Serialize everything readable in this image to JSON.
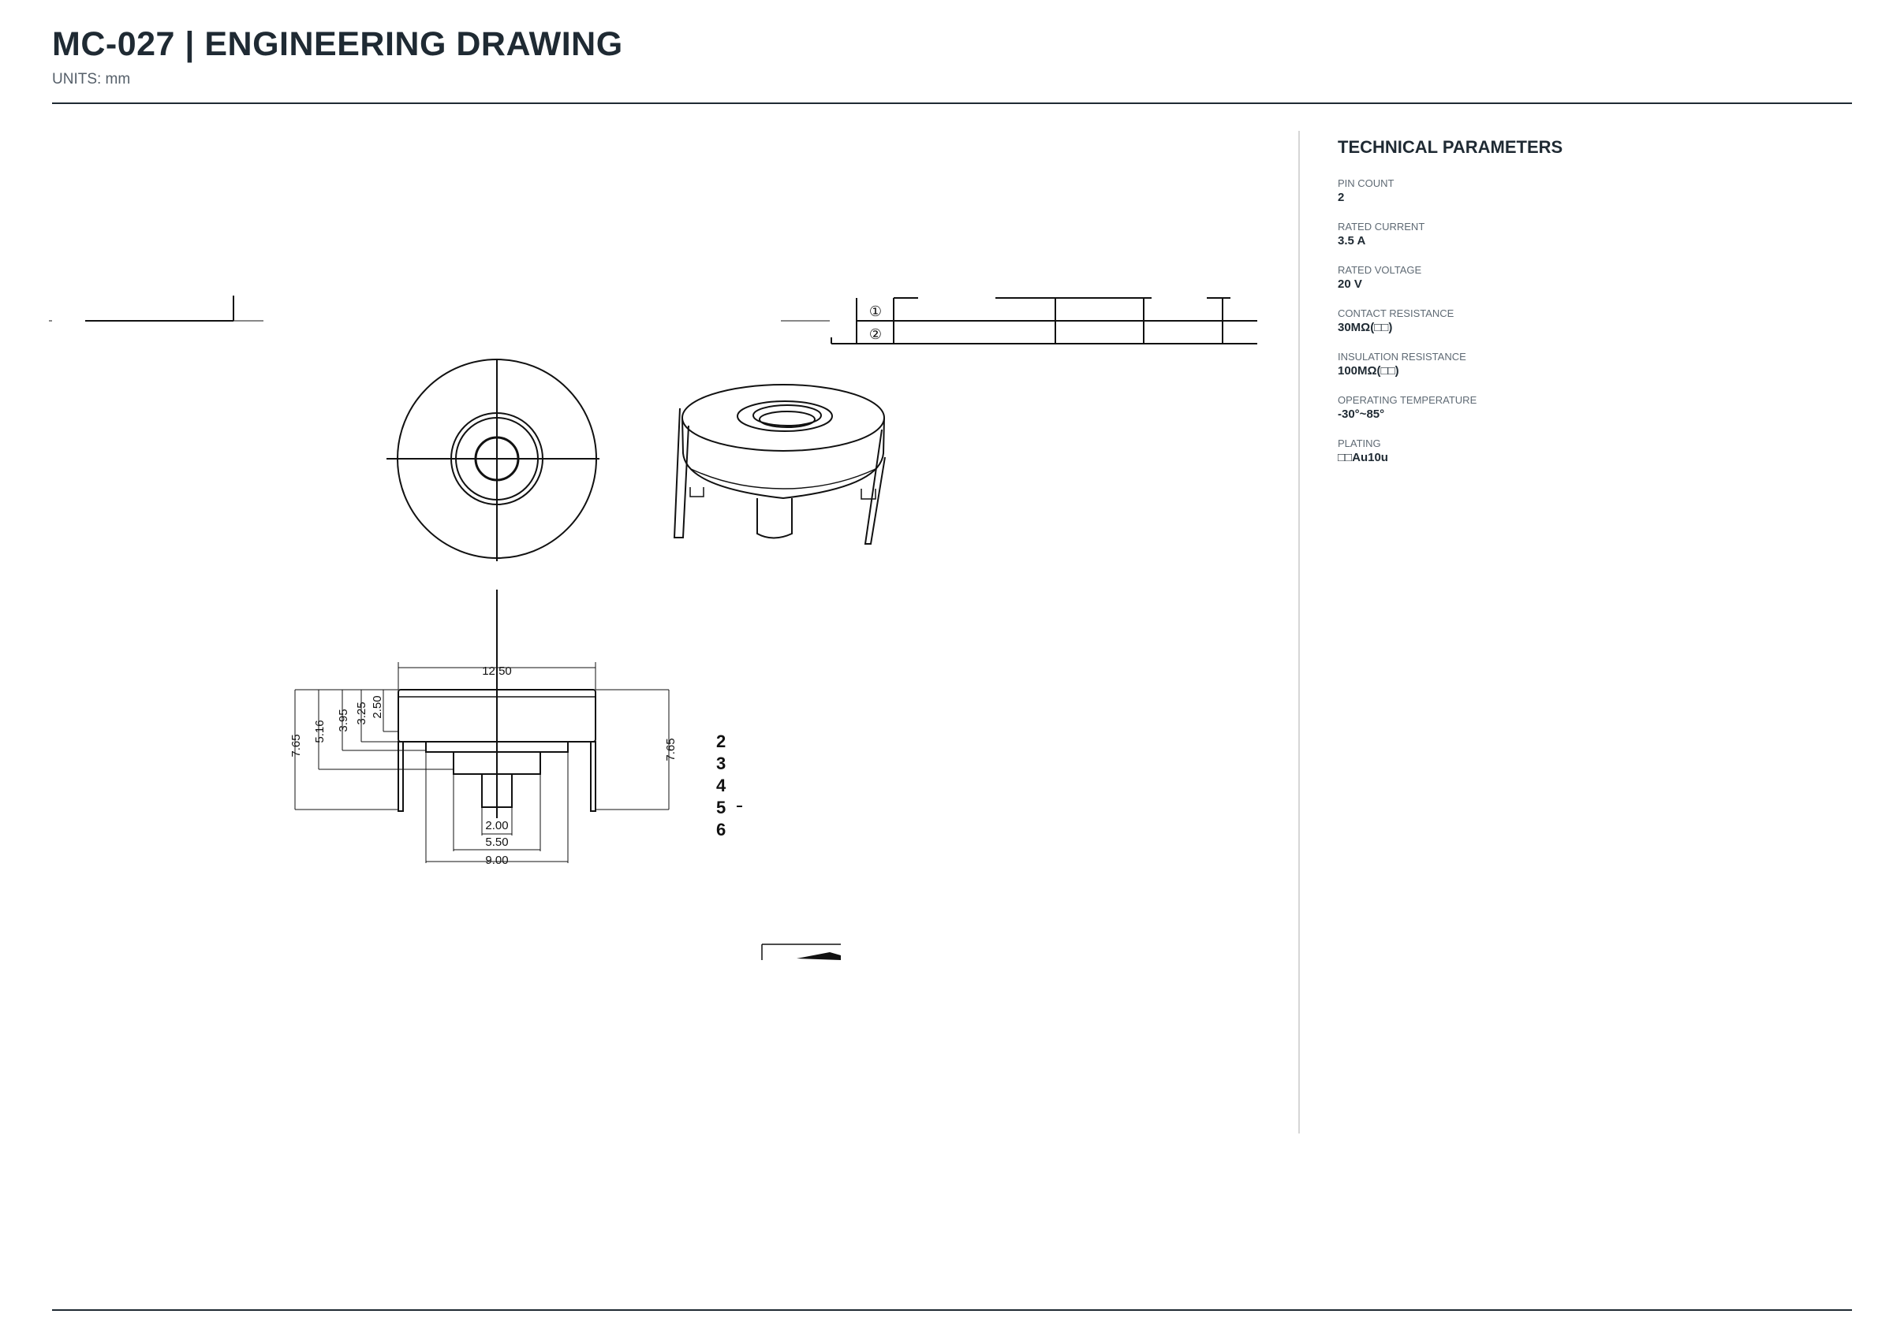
{
  "header": {
    "title": "MC-027  |  ENGINEERING DRAWING",
    "units": "UNITS: mm"
  },
  "drawing": {
    "pin_markers": [
      "①",
      "②"
    ],
    "dimensions": {
      "overall_width": "12.50",
      "height_left": "7.65",
      "height_right": "7.65",
      "dim_516": "5.16",
      "dim_395": "3.95",
      "dim_325": "3.25",
      "dim_250": "2.50",
      "pin_diameter": "2.00",
      "boss_diameter": "5.50",
      "base_diameter": "9.00"
    },
    "clipped_table_labels": [
      "2",
      "3",
      "4",
      "5",
      "6"
    ]
  },
  "params": {
    "title": "TECHNICAL PARAMETERS",
    "items": [
      {
        "label": "PIN COUNT",
        "value": "2"
      },
      {
        "label": "RATED CURRENT",
        "value": "3.5 A"
      },
      {
        "label": "RATED VOLTAGE",
        "value": "20 V"
      },
      {
        "label": "CONTACT RESISTANCE",
        "value": "30MΩ(□□)"
      },
      {
        "label": "INSULATION RESISTANCE",
        "value": "100MΩ(□□)"
      },
      {
        "label": "OPERATING TEMPERATURE",
        "value": "-30°~85°"
      },
      {
        "label": "PLATING",
        "value": "□□Au10u"
      }
    ]
  }
}
